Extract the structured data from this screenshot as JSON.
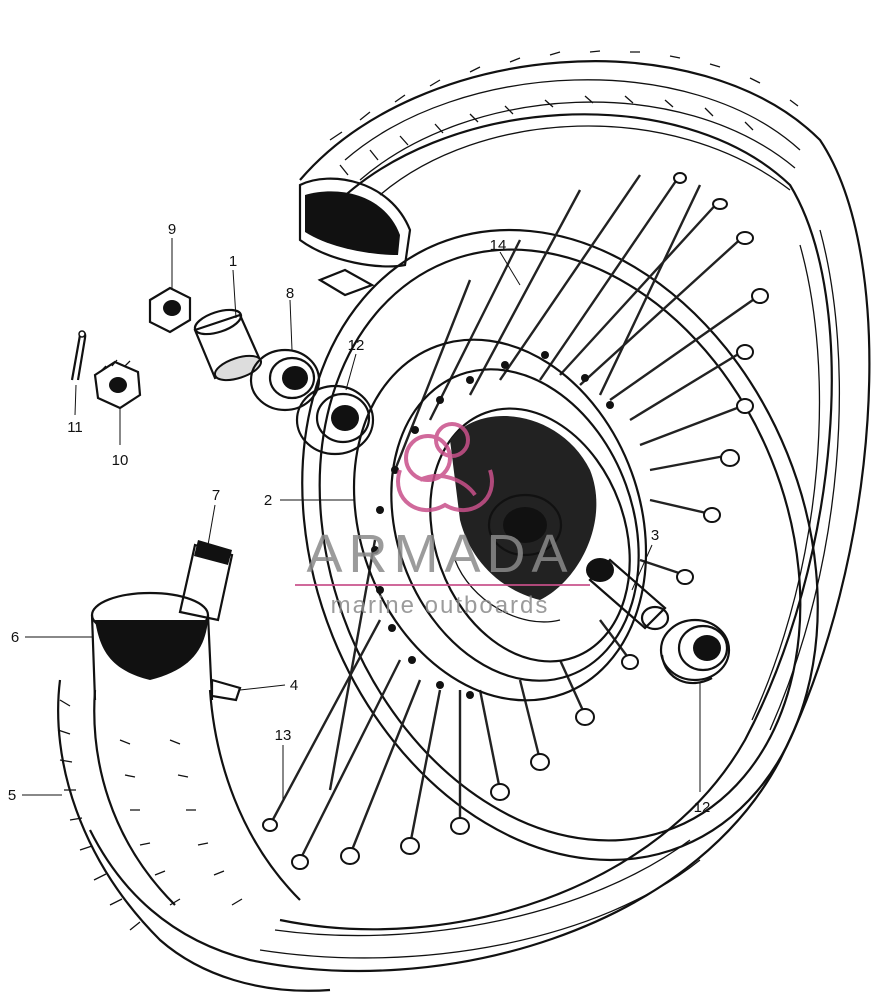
{
  "callouts": {
    "n1": "1",
    "n2": "2",
    "n3": "3",
    "n4": "4",
    "n5": "5",
    "n6": "6",
    "n7": "7",
    "n8": "8",
    "n9": "9",
    "n10": "10",
    "n11": "11",
    "n12a": "12",
    "n12b": "12",
    "n13": "13",
    "n14": "14"
  },
  "watermark": {
    "brand": "ARMADA",
    "tagline": "marine outboards",
    "color": "#c8508a"
  }
}
